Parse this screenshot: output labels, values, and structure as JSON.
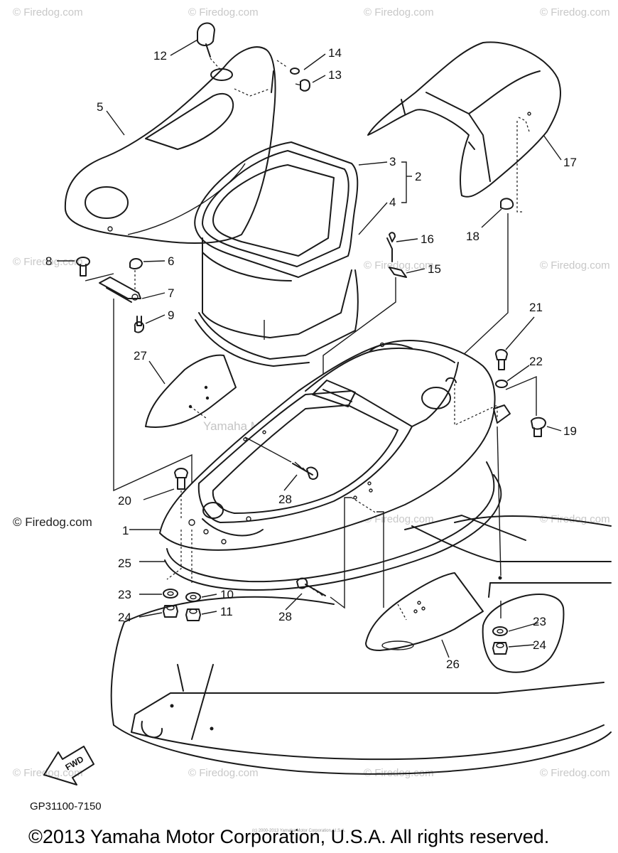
{
  "watermark": {
    "text": "© Firedog.com",
    "center_text": "Yamaha Motor Corp. U.S.A."
  },
  "site_label": "© Firedog.com",
  "diagram_code": "GP31100-7150",
  "fwd_label": "FWD",
  "copyright": "©2013 Yamaha Motor Corporation, U.S.A. All rights reserved.",
  "fine_print": "(c) 2000-2013 Yamaha Motor Corporation, U.S.A.",
  "callouts": {
    "c1": "1",
    "c2": "2",
    "c3": "3",
    "c4": "4",
    "c5": "5",
    "c6": "6",
    "c7": "7",
    "c8": "8",
    "c9": "9",
    "c10": "10",
    "c11": "11",
    "c12": "12",
    "c13": "13",
    "c14": "14",
    "c15": "15",
    "c16": "16",
    "c17": "17",
    "c18": "18",
    "c19": "19",
    "c20": "20",
    "c21": "21",
    "c22": "22",
    "c23a": "23",
    "c23b": "23",
    "c24a": "24",
    "c24b": "24",
    "c25": "25",
    "c26": "26",
    "c27": "27",
    "c28a": "28",
    "c28b": "28"
  },
  "colors": {
    "line": "#1a1a1a",
    "watermark": "#c8c8c8"
  }
}
